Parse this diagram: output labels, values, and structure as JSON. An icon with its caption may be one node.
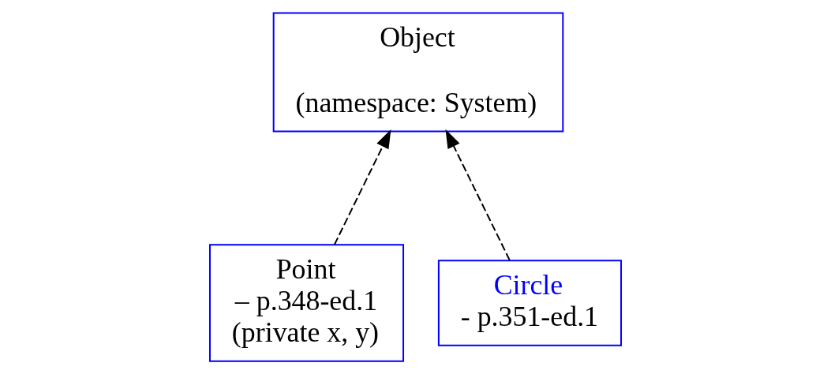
{
  "diagram": {
    "nodes": [
      {
        "text": [
          "Object",
          "(namespace: System)"
        ]
      },
      {
        "text": [
          "Point",
          "– p.348-ed.1",
          "(private x, y)"
        ]
      },
      {
        "text": [
          "Circle",
          "- p.351-ed.1"
        ]
      }
    ],
    "edges": [
      {
        "from": 1,
        "to": 0,
        "arrow": "to",
        "style": "dashed"
      },
      {
        "from": 2,
        "to": 0,
        "arrow": "to",
        "style": "dashed"
      }
    ]
  }
}
